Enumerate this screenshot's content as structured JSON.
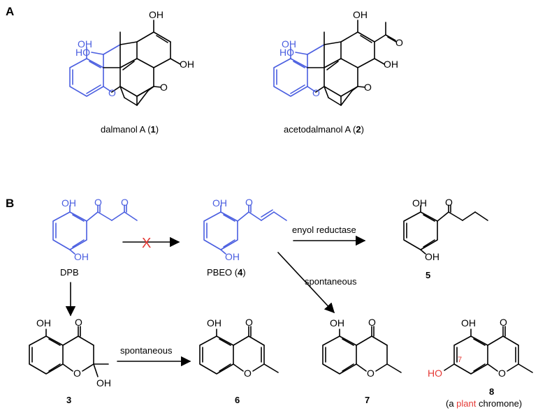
{
  "panels": {
    "a": "A",
    "b": "B"
  },
  "colors": {
    "biosynthetic_unit": "#4a5ee0",
    "highlight": "#e53935",
    "text": "#000000"
  },
  "compounds": {
    "c1": {
      "name": "dalmanol A (",
      "number": "1",
      "close": ")"
    },
    "c2": {
      "name": "acetodalmanol A (",
      "number": "2",
      "close": ")"
    },
    "dpb": {
      "name": "DPB"
    },
    "c4": {
      "name": "PBEO (",
      "number": "4",
      "close": ")"
    },
    "c5": {
      "number": "5"
    },
    "c3": {
      "number": "3"
    },
    "c6": {
      "number": "6"
    },
    "c7": {
      "number": "7"
    },
    "c8": {
      "number": "8",
      "note_pre": "(a ",
      "note_hl": "plant",
      "note_post": " chromone)",
      "position_label": "7"
    }
  },
  "arrows": {
    "enyol": "enyol reductase",
    "spont_upper": "spontaneous",
    "spont_lower": "spontaneous",
    "blocked_mark": "X"
  },
  "atoms": {
    "OH": "OH",
    "HO": "HO",
    "O": "O"
  }
}
